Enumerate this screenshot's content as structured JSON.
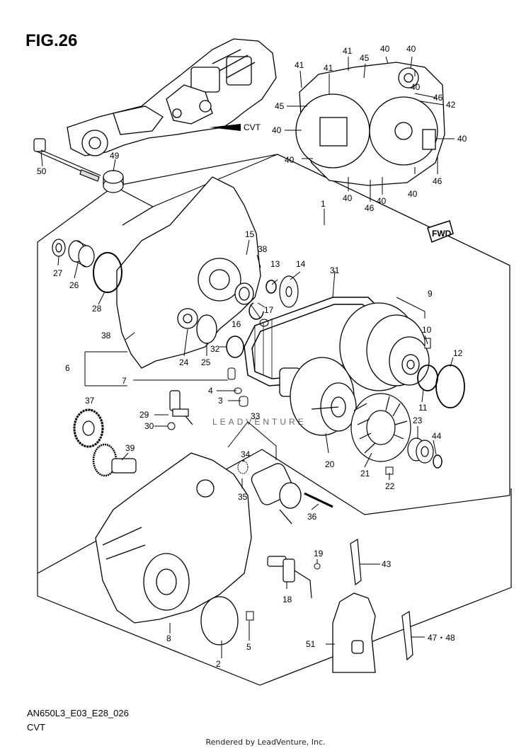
{
  "figure": {
    "title": "FIG.26",
    "code": "AN650L3_E03_E28_026",
    "name": "CVT",
    "footer": "Rendered by LeadVenture, Inc.",
    "watermark": "LEADVENTURE",
    "pointer_label": "CVT",
    "fwd_label": "FWD"
  },
  "callouts": [
    {
      "id": "c1",
      "label": "1"
    },
    {
      "id": "c2",
      "label": "2"
    },
    {
      "id": "c3",
      "label": "3"
    },
    {
      "id": "c4",
      "label": "4"
    },
    {
      "id": "c5",
      "label": "5"
    },
    {
      "id": "c6",
      "label": "6"
    },
    {
      "id": "c7",
      "label": "7"
    },
    {
      "id": "c8",
      "label": "8"
    },
    {
      "id": "c9",
      "label": "9"
    },
    {
      "id": "c10",
      "label": "10"
    },
    {
      "id": "c11",
      "label": "11"
    },
    {
      "id": "c12",
      "label": "12"
    },
    {
      "id": "c13",
      "label": "13"
    },
    {
      "id": "c14",
      "label": "14"
    },
    {
      "id": "c15",
      "label": "15"
    },
    {
      "id": "c16",
      "label": "16"
    },
    {
      "id": "c17",
      "label": "17"
    },
    {
      "id": "c18",
      "label": "18"
    },
    {
      "id": "c19",
      "label": "19"
    },
    {
      "id": "c20",
      "label": "20"
    },
    {
      "id": "c21",
      "label": "21"
    },
    {
      "id": "c22",
      "label": "22"
    },
    {
      "id": "c23",
      "label": "23"
    },
    {
      "id": "c24",
      "label": "24"
    },
    {
      "id": "c25",
      "label": "25"
    },
    {
      "id": "c26",
      "label": "26"
    },
    {
      "id": "c27",
      "label": "27"
    },
    {
      "id": "c28",
      "label": "28"
    },
    {
      "id": "c29",
      "label": "29"
    },
    {
      "id": "c30",
      "label": "30"
    },
    {
      "id": "c31",
      "label": "31"
    },
    {
      "id": "c32",
      "label": "32"
    },
    {
      "id": "c33",
      "label": "33"
    },
    {
      "id": "c34",
      "label": "34"
    },
    {
      "id": "c35",
      "label": "35"
    },
    {
      "id": "c36",
      "label": "36"
    },
    {
      "id": "c37",
      "label": "37"
    },
    {
      "id": "c38a",
      "label": "38"
    },
    {
      "id": "c38b",
      "label": "38"
    },
    {
      "id": "c39",
      "label": "39"
    },
    {
      "id": "c43",
      "label": "43"
    },
    {
      "id": "c44",
      "label": "44"
    },
    {
      "id": "c4748",
      "label": "47・48"
    },
    {
      "id": "c49",
      "label": "49"
    },
    {
      "id": "c50",
      "label": "50"
    },
    {
      "id": "c51",
      "label": "51"
    },
    {
      "id": "t40a",
      "label": "40"
    },
    {
      "id": "t40b",
      "label": "40"
    },
    {
      "id": "t40c",
      "label": "40"
    },
    {
      "id": "t40d",
      "label": "40"
    },
    {
      "id": "t40e",
      "label": "40"
    },
    {
      "id": "t40f",
      "label": "40"
    },
    {
      "id": "t40g",
      "label": "40"
    },
    {
      "id": "t40h",
      "label": "40"
    },
    {
      "id": "t40i",
      "label": "40"
    },
    {
      "id": "t41a",
      "label": "41"
    },
    {
      "id": "t41b",
      "label": "41"
    },
    {
      "id": "t41c",
      "label": "41"
    },
    {
      "id": "t42",
      "label": "42"
    },
    {
      "id": "t45a",
      "label": "45"
    },
    {
      "id": "t45b",
      "label": "45"
    },
    {
      "id": "t46a",
      "label": "46"
    },
    {
      "id": "t46b",
      "label": "46"
    },
    {
      "id": "t46c",
      "label": "46"
    }
  ]
}
